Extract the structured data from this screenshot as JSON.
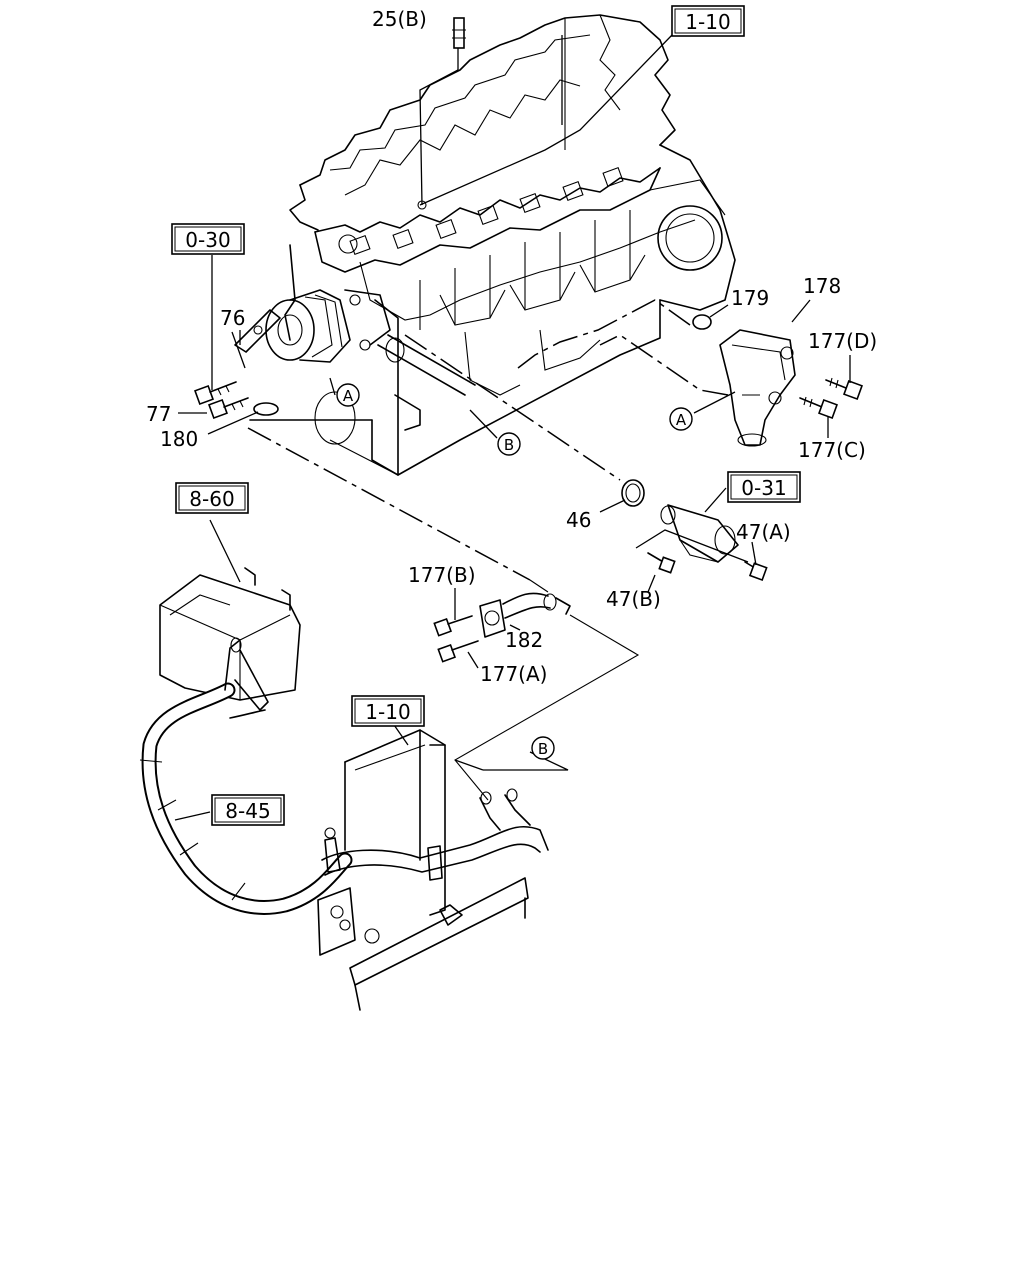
{
  "refs": {
    "r1_10_top": "1-10",
    "r0_30": "0-30",
    "r0_31": "0-31",
    "r8_60": "8-60",
    "r1_10_bottom": "1-10",
    "r8_45": "8-45"
  },
  "parts": {
    "p25b": "25(B)",
    "p76": "76",
    "p77": "77",
    "p180": "180",
    "p179": "179",
    "p178": "178",
    "p177d": "177(D)",
    "p177c": "177(C)",
    "p46": "46",
    "p47a": "47(A)",
    "p47b": "47(B)",
    "p177b": "177(B)",
    "p182": "182",
    "p177a": "177(A)"
  },
  "markers": {
    "a1": "A",
    "a2": "A",
    "b1": "B",
    "b2": "B"
  }
}
